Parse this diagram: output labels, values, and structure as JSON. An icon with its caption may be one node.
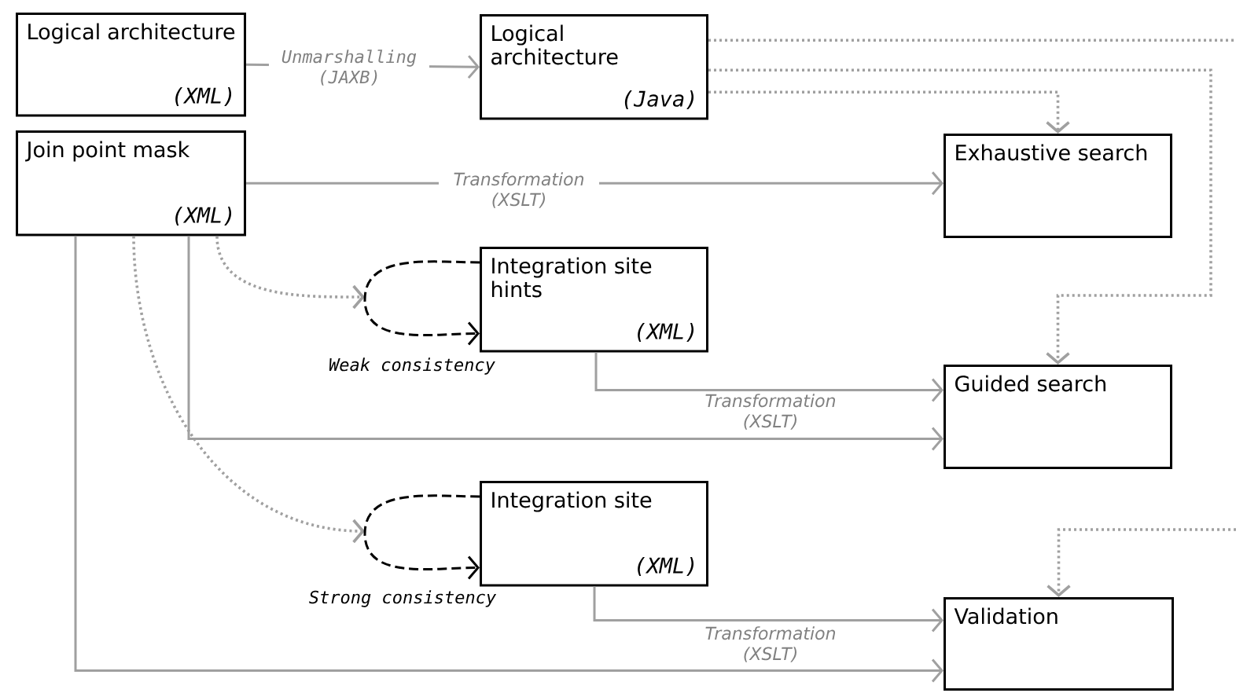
{
  "diagram": {
    "nodes": [
      {
        "text": [
          "Logical architecture",
          "(XML)"
        ]
      },
      {
        "text": [
          "Logical architecture",
          "(Java)"
        ]
      },
      {
        "text": [
          "Join point mask",
          "(XML)"
        ]
      },
      {
        "text": [
          "Exhaustive search"
        ]
      },
      {
        "text": [
          "Integration site hints",
          "(XML)"
        ]
      },
      {
        "text": [
          "Guided search"
        ]
      },
      {
        "text": [
          "Integration site",
          "(XML)"
        ]
      },
      {
        "text": [
          "Validation"
        ]
      }
    ],
    "edges": [
      {
        "from": 0,
        "to": 1,
        "arrow": "to",
        "label": "Unmarshalling (JAXB)"
      },
      {
        "from": 2,
        "to": 3,
        "arrow": "to",
        "label": "Transformation (XSLT)"
      },
      {
        "from": 1,
        "to": 3,
        "arrow": "to",
        "style": "dashed"
      },
      {
        "from": 1,
        "to": 5,
        "arrow": "to",
        "style": "dashed"
      },
      {
        "from": 1,
        "to": null,
        "arrow": "none",
        "style": "dashed"
      },
      {
        "from": null,
        "to": 7,
        "arrow": "to",
        "style": "dashed"
      },
      {
        "from": 2,
        "to": null,
        "arrow": "to",
        "style": "dashed"
      },
      {
        "from": 4,
        "to": 4,
        "arrow": "to",
        "style": "dashed",
        "color": "#000000",
        "label": "Weak consistency"
      },
      {
        "from": 2,
        "to": 5,
        "arrow": "to"
      },
      {
        "from": 4,
        "to": 5,
        "arrow": "to",
        "label": "Transformation (XSLT)"
      },
      {
        "from": 2,
        "to": null,
        "arrow": "to",
        "style": "dashed"
      },
      {
        "from": 6,
        "to": 6,
        "arrow": "to",
        "style": "dashed",
        "color": "#000000",
        "label": "Strong consistency"
      },
      {
        "from": 2,
        "to": 7,
        "arrow": "to"
      },
      {
        "from": 6,
        "to": 7,
        "arrow": "to",
        "label": "Transformation (XSLT)"
      }
    ]
  }
}
